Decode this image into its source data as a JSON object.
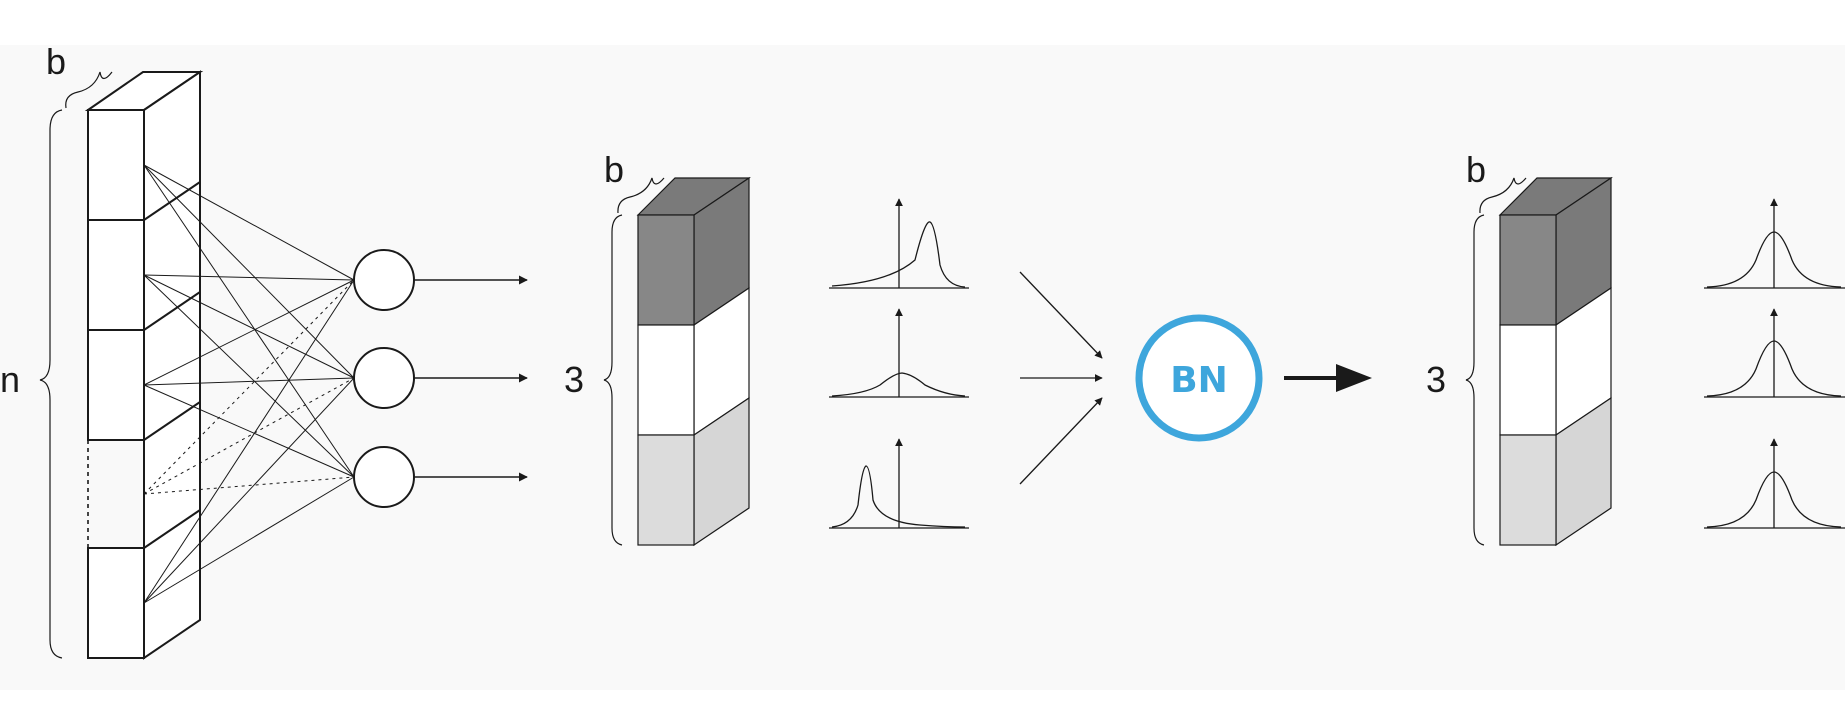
{
  "labels": {
    "b1": "b",
    "n": "n",
    "b2": "b",
    "three1": "3",
    "bn": "BN",
    "b3": "b",
    "three2": "3"
  },
  "colors": {
    "stroke": "#1a1a1a",
    "bn_accent": "#3ea6dc",
    "dark_block": "#878787",
    "light_block": "#dcdcdc",
    "background": "#f9f9f9"
  }
}
